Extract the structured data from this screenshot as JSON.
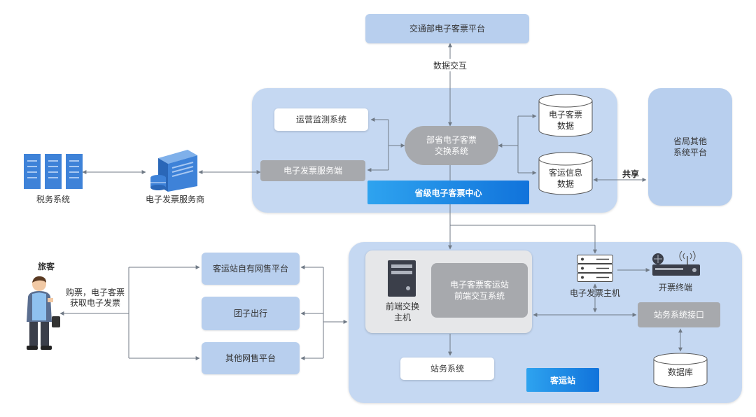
{
  "nodes": {
    "ministry_platform": "交通部电子客票平台",
    "data_exchange": "数据交互",
    "ops_monitor": "运营监测系统",
    "exchange_system": "部省电子客票\n交换系统",
    "ticket_data": "电子客票\n数据",
    "passenger_info": "客运信息\n数据",
    "invoice_service_end": "电子发票服务端",
    "province_center": "省级电子客票中心",
    "share": "共享",
    "other_platform": "省局其他\n系统平台",
    "tax_system": "税务系统",
    "invoice_provider": "电子发票服务商",
    "passenger": "旅客",
    "passenger_action": "购票，电子客票\n获取电子发票",
    "station_own_platform": "客运站自有网售平台",
    "group_travel": "团子出行",
    "other_online_platform": "其他网售平台",
    "front_host": "前端交换\n主机",
    "front_system": "电子客票客运站\n前端交互系统",
    "invoice_host": "电子发票主机",
    "invoice_terminal": "开票终端",
    "station_interface": "站务系统接口",
    "station_system": "站务系统",
    "database": "数据库",
    "bus_station": "客运站"
  },
  "colors": {
    "light_blue": "#b8cfee",
    "region_blue": "#c5d8f2",
    "gray": "#a7a9ad",
    "accent_start": "#2ea3ef",
    "accent_end": "#1173db",
    "line": "#707a86"
  }
}
